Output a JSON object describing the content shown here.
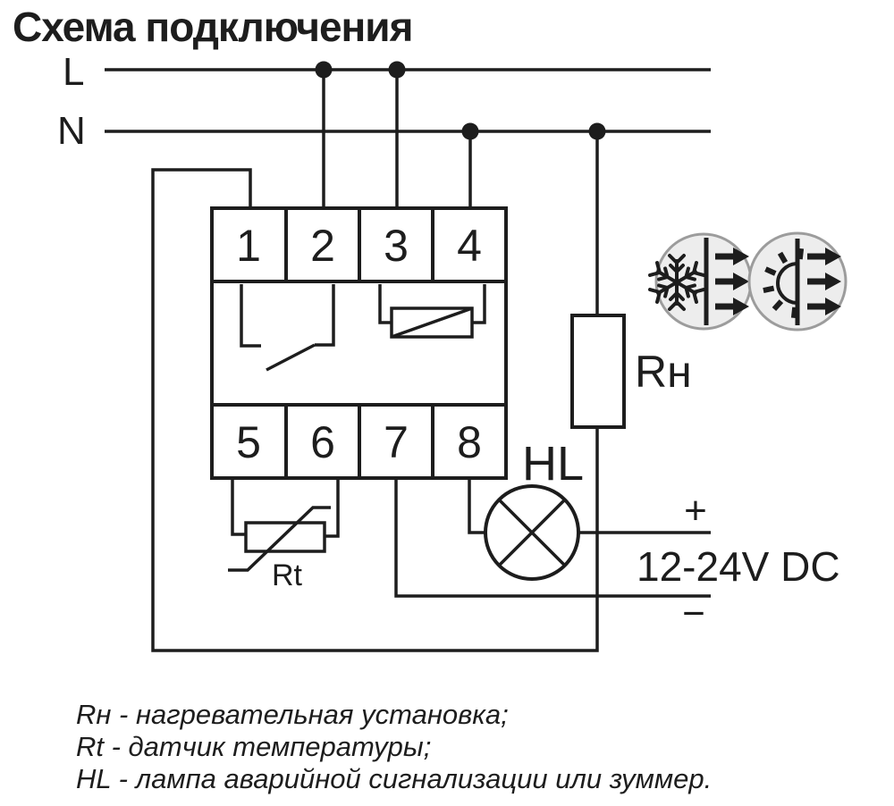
{
  "title": "Схема подключения",
  "power": {
    "l_label": "L",
    "n_label": "N"
  },
  "device": {
    "terminals_top": [
      "1",
      "2",
      "3",
      "4"
    ],
    "terminals_bottom": [
      "5",
      "6",
      "7",
      "8"
    ]
  },
  "components": {
    "heater_label": "Rн",
    "sensor_label": "Rt",
    "lamp_label": "HL"
  },
  "supply": {
    "plus": "+",
    "minus": "−",
    "voltage": "12-24V DC"
  },
  "icons": {
    "left": "cooling-mode-icon",
    "right": "heating-mode-icon"
  },
  "legend": {
    "lines": [
      "Rн - нагревательная установка;",
      "Rt - датчик температуры;",
      "HL - лампа аварийной сигнализации или зуммер."
    ]
  },
  "colors": {
    "line": "#1d1d1d",
    "icon_fill": "#ededed",
    "icon_stroke": "#9c9c9c"
  }
}
